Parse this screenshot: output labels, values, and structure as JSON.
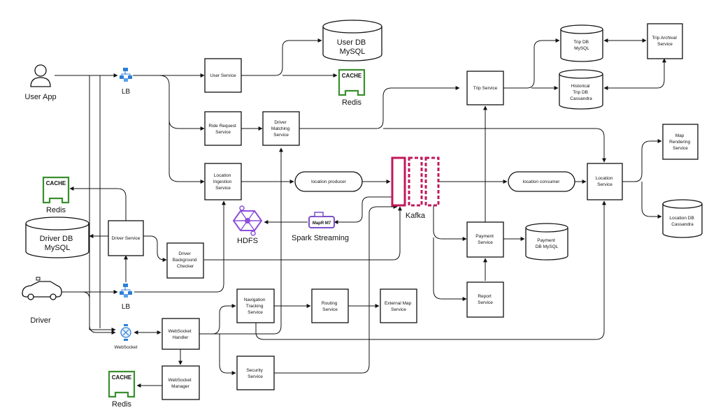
{
  "actors": {
    "user_app": "User App",
    "driver": "Driver"
  },
  "lb": {
    "top": "LB",
    "bottom": "LB"
  },
  "websocket": "WebSocket",
  "services": {
    "user_service": "User Service",
    "ride_request": [
      "Ride Request",
      "Service"
    ],
    "driver_matching": [
      "Driver",
      "Matching",
      "Service"
    ],
    "location_ingestion": [
      "Location",
      "Ingestion",
      "Service"
    ],
    "driver_service": "Driver Service",
    "driver_background_checker": [
      "Driver",
      "Background",
      "Checker"
    ],
    "websocket_handler": [
      "WebSocket",
      "Handler"
    ],
    "websocket_manager": [
      "WebSocket",
      "Manager"
    ],
    "navigation_tracking": [
      "Navigation",
      "Tracking",
      "Service"
    ],
    "routing": [
      "Routing",
      "Service"
    ],
    "external_map": [
      "External Map",
      "Service"
    ],
    "security": [
      "Security",
      "Service"
    ],
    "trip_service": "Trip Service",
    "trip_archival": [
      "Trip Archival",
      "Service"
    ],
    "payment": [
      "Payment",
      "Service"
    ],
    "report": [
      "Report",
      "Service"
    ],
    "location_service": [
      "Location",
      "Service"
    ],
    "map_rendering": [
      "Map",
      "Rendering",
      "Service"
    ]
  },
  "databases": {
    "user_db": [
      "User DB",
      "MySQL"
    ],
    "driver_db": [
      "Driver DB",
      "MySQL"
    ],
    "trip_db": [
      "Trip DB",
      "MySQL"
    ],
    "historical_trip_db": [
      "Historical",
      "Trip DB",
      "Cassandra"
    ],
    "payment_db": [
      "Payment",
      "DB MySQL"
    ],
    "location_db": [
      "Location DB",
      "Cassandra"
    ]
  },
  "caches": {
    "badge": "CACHE",
    "redis_top": "Redis",
    "redis_mid": "Redis",
    "redis_bottom": "Redis"
  },
  "pipeline": {
    "location_producer": "location producer",
    "location_consumer": "location consumer",
    "kafka": "Kafka",
    "hdfs": "HDFS",
    "spark_streaming": "Spark Streaming",
    "mapr_badge": "MapR M7"
  },
  "colors": {
    "kafka": "#c2185b",
    "cache": "#3a8f2f",
    "azure_lb": "#2b7fd8",
    "hdfs": "#8c4fd9",
    "spark": "#7a4fc9"
  }
}
